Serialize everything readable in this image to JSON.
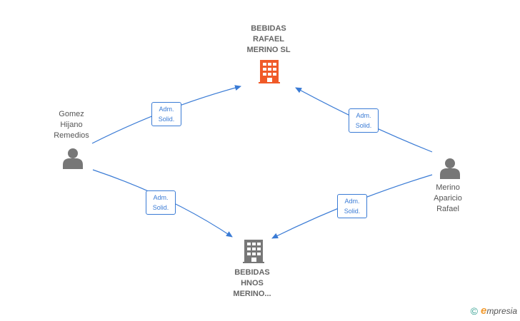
{
  "nodes": {
    "company_top": {
      "lines": [
        "BEBIDAS",
        "RAFAEL",
        "MERINO  SL"
      ],
      "icon": "building-icon",
      "color": "#f05a28"
    },
    "company_bottom": {
      "lines": [
        "BEBIDAS",
        "HNOS",
        "MERINO..."
      ],
      "icon": "building-icon",
      "color": "#777777"
    },
    "person_left": {
      "lines": [
        "Gomez",
        "Hijano",
        "Remedios"
      ],
      "icon": "person-icon",
      "color": "#777777"
    },
    "person_right": {
      "lines": [
        "Merino",
        "Aparicio",
        "Rafael"
      ],
      "icon": "person-icon",
      "color": "#777777"
    }
  },
  "edges": [
    {
      "from": "person_left",
      "to": "company_top",
      "label_lines": [
        "Adm.",
        "Solid."
      ]
    },
    {
      "from": "person_right",
      "to": "company_top",
      "label_lines": [
        "Adm.",
        "Solid."
      ]
    },
    {
      "from": "person_left",
      "to": "company_bottom",
      "label_lines": [
        "Adm.",
        "Solid."
      ]
    },
    {
      "from": "person_right",
      "to": "company_bottom",
      "label_lines": [
        "Adm.",
        "Solid."
      ]
    }
  ],
  "edge_color": "#3a7bd5",
  "footer": {
    "copyright": "©",
    "brand_initial": "e",
    "brand_rest": "mpresia"
  }
}
